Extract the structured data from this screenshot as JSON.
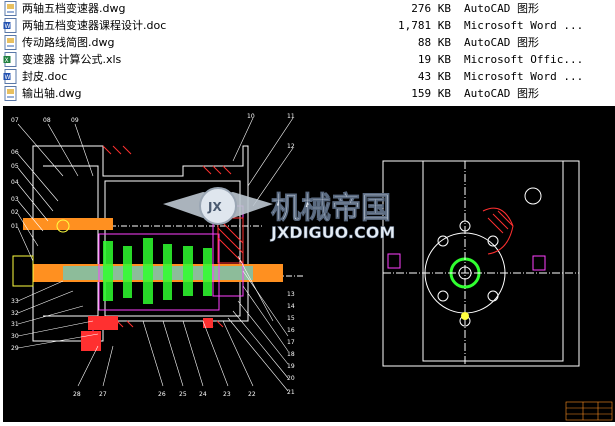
{
  "files": [
    {
      "name": "两轴五档变速器.dwg",
      "size": "276 KB",
      "type": "AutoCAD 图形",
      "icon": "dwg-file-icon"
    },
    {
      "name": "两轴五档变速器课程设计.doc",
      "size": "1,781 KB",
      "type": "Microsoft Word ...",
      "icon": "doc-file-icon"
    },
    {
      "name": "传动路线简图.dwg",
      "size": "88 KB",
      "type": "AutoCAD 图形",
      "icon": "dwg-file-icon"
    },
    {
      "name": "变速器 计算公式.xls",
      "size": "19 KB",
      "type": "Microsoft Offic...",
      "icon": "xls-file-icon"
    },
    {
      "name": "封皮.doc",
      "size": "43 KB",
      "type": "Microsoft Word ...",
      "icon": "doc-file-icon"
    },
    {
      "name": "输出轴.dwg",
      "size": "159 KB",
      "type": "AutoCAD 图形",
      "icon": "dwg-file-icon"
    }
  ],
  "watermark": {
    "cn": "机械帝国",
    "en": "JXDIGUO.COM",
    "badge": "JX"
  },
  "callouts_left": [
    "07",
    "08",
    "09",
    "06",
    "05",
    "04",
    "03",
    "02",
    "01",
    "33",
    "32",
    "31",
    "30",
    "29"
  ],
  "callouts_top": [
    "10",
    "11",
    "12"
  ],
  "callouts_right": [
    "13",
    "14",
    "15",
    "16",
    "17",
    "18",
    "19",
    "20",
    "21"
  ],
  "callouts_bottom": [
    "28",
    "27",
    "26",
    "25",
    "24",
    "23",
    "22"
  ],
  "colors": {
    "cad_bg": "#000000",
    "outline": "#ffffff",
    "hatch": "#ff3030",
    "magenta": "#ff40ff",
    "yellow": "#ffff40",
    "green": "#30ff30",
    "cyan": "#30e0ff",
    "orange": "#ff9020"
  }
}
